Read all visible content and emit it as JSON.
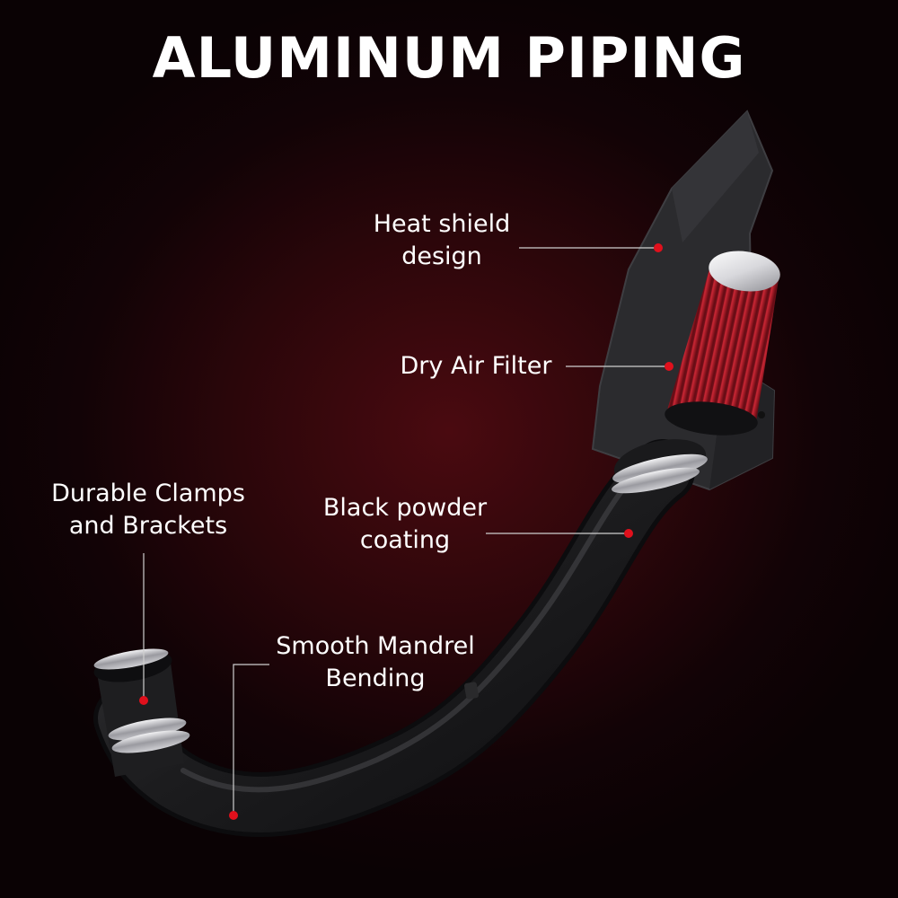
{
  "title": "ALUMINUM PIPING",
  "callouts": {
    "heat_shield": {
      "line1": "Heat shield",
      "line2": "design"
    },
    "dry_filter": {
      "line1": "Dry Air Filter"
    },
    "powder_coating": {
      "line1": "Black powder",
      "line2": "coating"
    },
    "clamps": {
      "line1": "Durable Clamps",
      "line2": "and Brackets"
    },
    "mandrel": {
      "line1": "Smooth Mandrel",
      "line2": "Bending"
    }
  },
  "colors": {
    "accent_dot": "#e0101c",
    "filter_red": "#b01a26",
    "pipe_black": "#1c1c1e"
  }
}
